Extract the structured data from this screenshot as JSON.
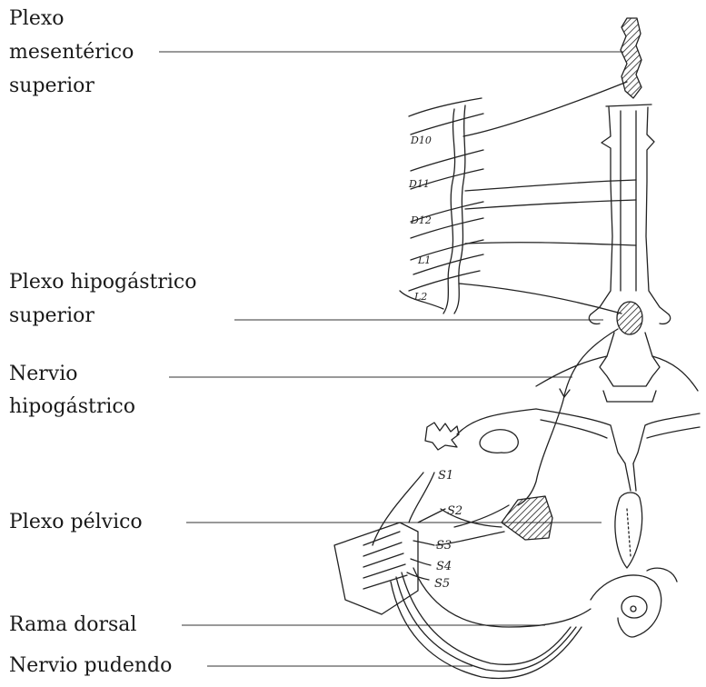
{
  "labels": {
    "mesenteric_line1": "Plexo",
    "mesenteric_line2": "mesentérico",
    "mesenteric_line3": "superior",
    "hypogastric_plexus_line1": "Plexo hipogástrico",
    "hypogastric_plexus_line2": "superior",
    "hypogastric_nerve_line1": "Nervio",
    "hypogastric_nerve_line2": "hipogástrico",
    "pelvic_plexus": "Plexo pélvico",
    "dorsal_branch": "Rama dorsal",
    "pudendal_nerve": "Nervio pudendo"
  },
  "vertebra_marks": {
    "d10": "D10",
    "d11": "D11",
    "d12": "D12",
    "l1": "L1",
    "l2": "L2"
  },
  "sacral_marks": {
    "s1": "S1",
    "s2": "S2",
    "s3": "S3",
    "s4": "S4",
    "s5": "S5"
  }
}
